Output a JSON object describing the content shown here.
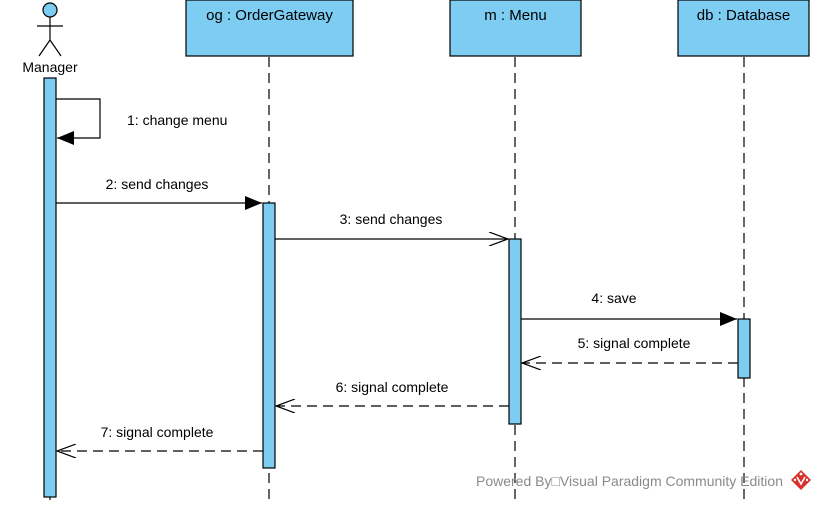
{
  "colors": {
    "box_fill": "#7dcdf3",
    "line": "#000000",
    "watermark_text": "#8a8a8a",
    "logo_red": "#d8312b"
  },
  "actor": {
    "name": "Manager",
    "icon": "stick-figure-icon"
  },
  "lifelines": [
    {
      "label": "og : OrderGateway"
    },
    {
      "label": "m : Menu"
    },
    {
      "label": "db : Database"
    }
  ],
  "messages": [
    {
      "label": "1: change menu",
      "kind": "self-call"
    },
    {
      "label": "2: send changes",
      "kind": "synchronous"
    },
    {
      "label": "3: send changes",
      "kind": "asynchronous"
    },
    {
      "label": "4: save",
      "kind": "synchronous"
    },
    {
      "label": "5: signal complete",
      "kind": "return"
    },
    {
      "label": "6: signal complete",
      "kind": "return"
    },
    {
      "label": "7: signal complete",
      "kind": "return"
    }
  ],
  "watermark": {
    "text": "Powered By□Visual Paradigm Community Edition",
    "icon": "visual-paradigm-logo-icon"
  }
}
